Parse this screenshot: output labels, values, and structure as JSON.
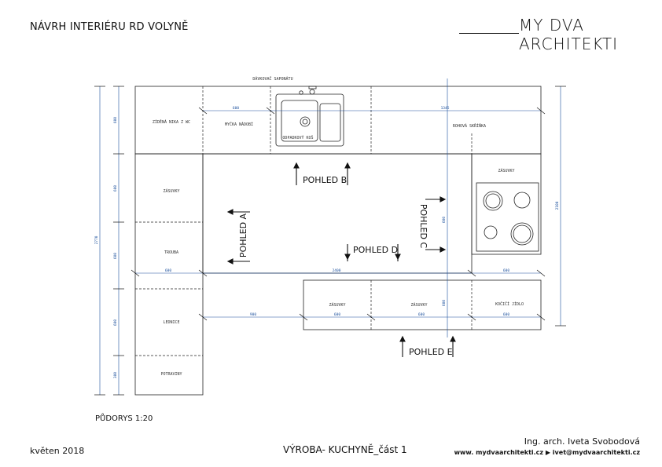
{
  "header": {
    "title": "NÁVRH INTERIÉRU RD VOLYNĚ",
    "logo": "MY DVA ARCHITEKTI"
  },
  "plan": {
    "caption": "PŮDORYS 1:20",
    "labels": {
      "zidenka": "ZÍDĚNÁ NIKA Z WC",
      "mycka": "MYČKA NÁDOBÍ",
      "odpadkovy": "ODPADKOVÝ KOŠ",
      "davkovac": "DÁVKOVAČ SAPONÁTU",
      "rohova": "ROHOVÁ SKŘÍŇKA",
      "zasuvky_top_right": "ZÁSUVKY",
      "zasuvky_left": "ZÁSUVKY",
      "trouba": "TROUBA",
      "lednice": "LEDNICE",
      "potraviny": "POTRAVINY",
      "zasuvky_bottom_1": "ZÁSUVKY",
      "zasuvky_bottom_2": "ZÁSUVKY",
      "kocici": "KOČIČÍ JÍDLO"
    },
    "views": {
      "a": "POHLED A",
      "b": "POHLED B",
      "c": "POHLED C",
      "d": "POHLED D",
      "e": "POHLED E"
    },
    "dimensions": {
      "top_1": "600",
      "top_2": "1345",
      "mid_1": "600",
      "mid_2": "2400",
      "mid_3": "600",
      "low_1": "900",
      "low_2": "600",
      "low_3": "600",
      "low_4": "600",
      "left_total": "2770",
      "left_1": "600",
      "left_2": "600",
      "left_3": "600",
      "left_4": "600",
      "left_5": "300",
      "right_total": "2100",
      "right_1": "600",
      "right_2": "600"
    }
  },
  "footer": {
    "date": "květen 2018",
    "title": "VÝROBA- KUCHYNĚ_část 1",
    "author": "Ing. arch. Iveta Svobodová",
    "contact": "www. mydvaarchitekti.cz ▶ ivet@mydvaarchitekti.cz"
  }
}
